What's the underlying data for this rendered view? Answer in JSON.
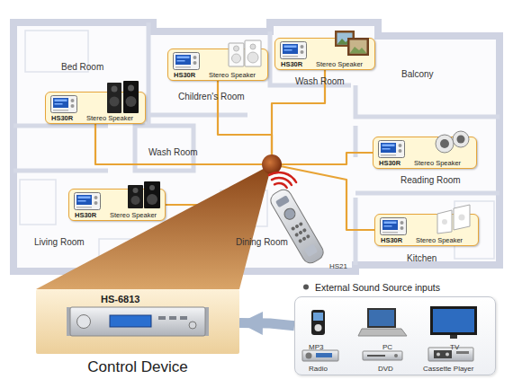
{
  "diagram": {
    "nodes": [
      {
        "text": [
          "HS30R",
          "Stereo Speaker"
        ]
      },
      {
        "text": [
          "HS30R",
          "Stereo Speaker"
        ]
      },
      {
        "text": [
          "HS30R",
          "Stereo Speaker"
        ]
      },
      {
        "text": [
          "HS30R",
          "Stereo Speaker"
        ]
      },
      {
        "text": [
          "HS30R",
          "Stereo Speaker"
        ]
      },
      {
        "text": [
          "HS30R",
          "Stereo Speaker"
        ]
      },
      {
        "text": [
          "HS-6813",
          "Control Device"
        ]
      },
      {
        "text": [
          "External Sound Source inputs"
        ]
      }
    ],
    "edges": [
      {
        "from": 6,
        "to": 0,
        "arrow": "none"
      },
      {
        "from": 6,
        "to": 1,
        "arrow": "none"
      },
      {
        "from": 6,
        "to": 2,
        "arrow": "none"
      },
      {
        "from": 6,
        "to": 3,
        "arrow": "none"
      },
      {
        "from": 6,
        "to": 4,
        "arrow": "none"
      },
      {
        "from": 6,
        "to": 5,
        "arrow": "none"
      },
      {
        "from": 7,
        "to": 6,
        "arrow": "to"
      }
    ],
    "labels": [
      "Bed Room",
      "Children's Room",
      "Wash Room",
      "Balcony",
      "Wash Room",
      "Reading Room",
      "Living Room",
      "Dining Room",
      "Kitchen",
      "HS21",
      "MP3",
      "PC",
      "TV",
      "Radio",
      "DVD",
      "Cassette Player"
    ]
  }
}
